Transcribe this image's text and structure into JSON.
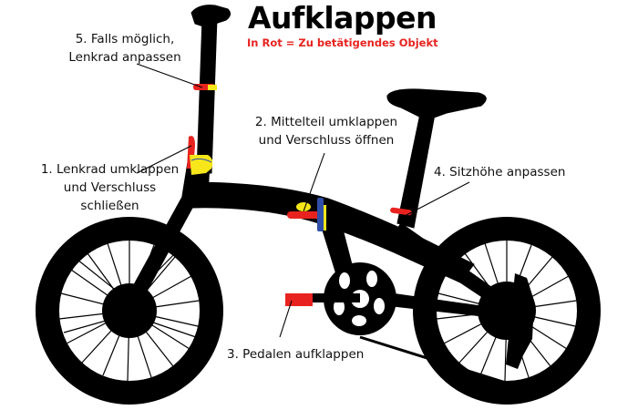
{
  "title": "Aufklappen",
  "subtitle": "In Rot = Zu betätigendes Objekt",
  "colors": {
    "frame": "#000000",
    "action": "#e8231f",
    "highlight": "#f6e61a",
    "latch": "#2f4fa8",
    "background": "#ffffff"
  },
  "steps": [
    {
      "number": 1,
      "line1": "1. Lenkrad umklappen",
      "line2": "und Verschluss",
      "line3": "schließen"
    },
    {
      "number": 2,
      "line1": "2. Mittelteil umklappen",
      "line2": "und Verschluss öffnen"
    },
    {
      "number": 3,
      "line1": "3. Pedalen aufklappen"
    },
    {
      "number": 4,
      "line1": "4. Sitzhöhe anpassen"
    },
    {
      "number": 5,
      "line1": "5. Falls möglich,",
      "line2": "Lenkrad anpassen"
    }
  ]
}
